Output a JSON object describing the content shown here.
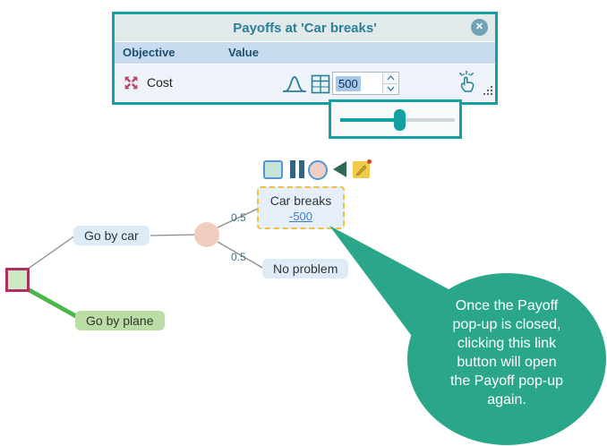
{
  "popup": {
    "title": "Payoffs at 'Car breaks'",
    "close_icon": "✕",
    "columns": [
      "Objective",
      "Value"
    ],
    "rows": [
      {
        "objective": "Cost",
        "value": "500"
      }
    ],
    "row_icons": [
      "collapse-arrows-icon",
      "distribution-curve-icon",
      "table-icon",
      "click-hand-icon"
    ]
  },
  "slider": {
    "value_percent": 48
  },
  "toolbar": {
    "icons": [
      "decision-square-icon",
      "pause-bars-icon",
      "chance-circle-icon",
      "collapse-triangle-icon",
      "edit-note-icon"
    ]
  },
  "tree": {
    "branches": [
      {
        "label": "Go by car"
      },
      {
        "label": "Go by plane"
      }
    ],
    "edges": [
      {
        "probability": "0.5",
        "target": "Car breaks"
      },
      {
        "probability": "0.5",
        "target": "No problem"
      }
    ],
    "selected_node": {
      "label": "Car breaks",
      "payoff_link": "-500"
    },
    "other_node_label": "No problem"
  },
  "callout": {
    "text": "Once the Payoff\npop-up is closed,\nclicking this link\nbutton will open\nthe Payoff pop-up\nagain."
  },
  "colors": {
    "accent_teal": "#13a0a3",
    "icon_teal": "#2a7f96",
    "bubble_green": "#2aa68b",
    "selection_blue": "#a6c8ea",
    "node_border_magenta": "#b02f62",
    "edge_green": "#4cb748",
    "selected_border_yellow": "#f0c23c"
  }
}
